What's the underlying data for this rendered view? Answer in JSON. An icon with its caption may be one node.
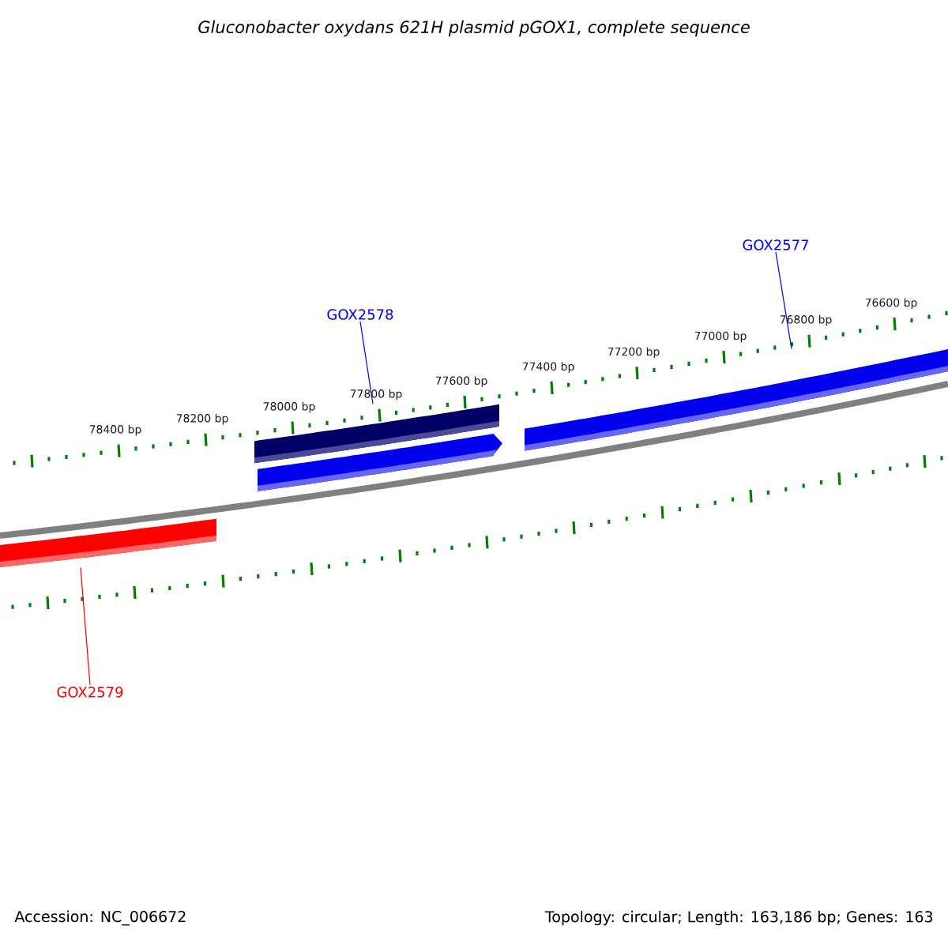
{
  "diagram": {
    "title": "Gluconobacter oxydans 621H plasmid pGOX1, complete sequence",
    "nodes": [
      {
        "text": [
          "GOX2578"
        ]
      },
      {
        "text": [
          "GOX2577"
        ]
      },
      {
        "text": [
          "GOX2579"
        ]
      },
      {
        "text": [],
        "shape": "bar"
      },
      {
        "text": [],
        "shape": "bar"
      },
      {
        "text": [],
        "shape": "bar"
      },
      {
        "text": [],
        "shape": "bar"
      }
    ],
    "edges": [
      {
        "from": 0,
        "to": 3,
        "arrow": "none"
      },
      {
        "from": 1,
        "to": 5,
        "arrow": "none"
      },
      {
        "from": 2,
        "to": 6,
        "arrow": "none",
        "color": "#ff0000"
      }
    ],
    "labels": [
      "78400 bp",
      "78200 bp",
      "78000 bp",
      "77800 bp",
      "77600 bp",
      "77400 bp",
      "77200 bp",
      "77000 bp",
      "76800 bp",
      "76600 bp",
      "Accession: NC_006672",
      "Topology: circular; Length: 163,186 bp; Genes: 163"
    ]
  }
}
